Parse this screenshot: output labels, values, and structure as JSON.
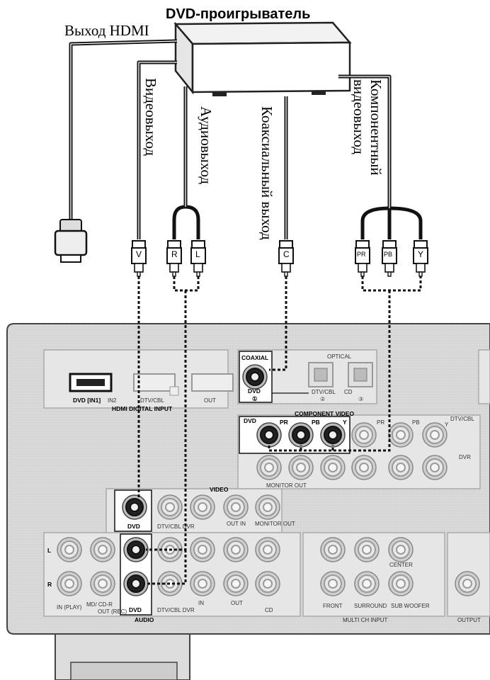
{
  "title": "DVD-проигрыватель",
  "cables": {
    "hdmi_out": "Выход HDMI",
    "video_out": "Видеовыход",
    "audio_out": "Аудиовыход",
    "coax_out": "Коаксиальный выход",
    "component_out_line1": "Компонентный",
    "component_out_line2": "видеовыход"
  },
  "plugs": {
    "v": "V",
    "r": "R",
    "l": "L",
    "c": "C",
    "pr": "PR",
    "pb": "PB",
    "y": "Y"
  },
  "receiver": {
    "hdmi": {
      "dvd_in": "DVD [IN1]",
      "in2": "IN2",
      "dtvcbl": "DTV/CBL",
      "out": "OUT",
      "section": "HDMI DIGITAL INPUT"
    },
    "coaxial": {
      "label": "COAXIAL",
      "dvd": "DVD",
      "num": "①"
    },
    "optical": {
      "label": "OPTICAL",
      "dtvcbl": "DTV/CBL",
      "cd": "CD",
      "num2": "②",
      "num3": "③"
    },
    "component": {
      "section": "COMPONENT VIDEO",
      "dvd": "DVD",
      "pr": "PR",
      "pb": "PB",
      "y": "Y",
      "dtvcbl": "DTV/CBL",
      "pr2": "PR",
      "pb2": "PB",
      "y2": "Y",
      "dvr": "DVR",
      "monitor_out": "MONITOR OUT"
    },
    "video": {
      "section": "VIDEO",
      "dvd": "DVD",
      "dtvcbl_dvr": "DTV/CBL DVR",
      "out_in": "OUT IN",
      "monitor_out": "MONITOR OUT"
    },
    "audio": {
      "section": "AUDIO",
      "l_mark": "L",
      "r_mark": "R",
      "in_play": "IN (PLAY)",
      "md_cdr": "MD/ CD-R",
      "out_rec": "OUT (REC)",
      "dvd": "DVD",
      "dtvcbl_dvr": "DTV/CBL DVR",
      "in": "IN",
      "out": "OUT",
      "cd": "CD"
    },
    "multich": {
      "section": "MULTI CH INPUT",
      "front": "FRONT",
      "surround": "SURROUND",
      "center": "CENTER",
      "sub": "SUB WOOFER"
    },
    "output": "OUTPUT"
  }
}
